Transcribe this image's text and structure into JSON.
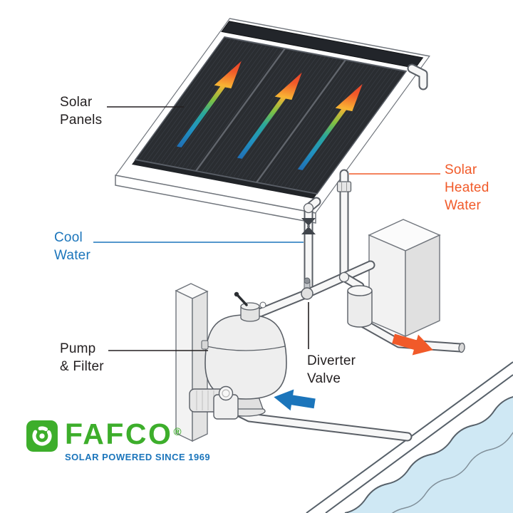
{
  "labels": {
    "solar_panels": "Solar\nPanels",
    "cool_water": "Cool\nWater",
    "solar_heated_water": "Solar\nHeated\nWater",
    "pump_filter": "Pump\n& Filter",
    "diverter_valve": "Diverter\nValve"
  },
  "logo": {
    "brand": "FAFCO",
    "registered_mark": "®",
    "tagline": "SOLAR POWERED SINCE 1969"
  },
  "colors": {
    "label_dark": "#231f20",
    "cool_blue": "#1b75bb",
    "heat_orange": "#f15a29",
    "brand_green": "#3dae2b",
    "panel_dark": "#2a2d31",
    "pool_water": "#cfe8f4"
  },
  "diagram": {
    "flow_arrows": [
      {
        "name": "panel-flow-arrows",
        "count": 3,
        "direction": "up-roof",
        "gradient": [
          "#1f6db6",
          "#2aa79b",
          "#7fc142",
          "#f9b233",
          "#f15a29"
        ]
      },
      {
        "name": "heated-water-arrow",
        "color": "#f15a29",
        "direction": "right-down-to-pool"
      },
      {
        "name": "cool-water-arrow",
        "color": "#1b75bb",
        "direction": "left-to-pump"
      }
    ]
  }
}
